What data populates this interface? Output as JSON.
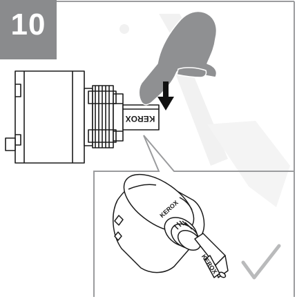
{
  "step": {
    "number": "10"
  },
  "labels": {
    "brand_main": "KEROX",
    "brand_inset_body": "KEROX",
    "brand_inset_stem": "KEROX"
  },
  "colors": {
    "badge_fill": "#8a8b8d",
    "hand_fill": "#8f9092",
    "frame_stroke": "#9a9b9d",
    "watermark": "#f3f3f3",
    "checkmark": "#b9babb",
    "line_art": "#1a1a1a"
  },
  "icons": {
    "pointer": "hand-pointing-icon",
    "push": "arrow-down-icon",
    "ok": "checkmark-icon"
  }
}
